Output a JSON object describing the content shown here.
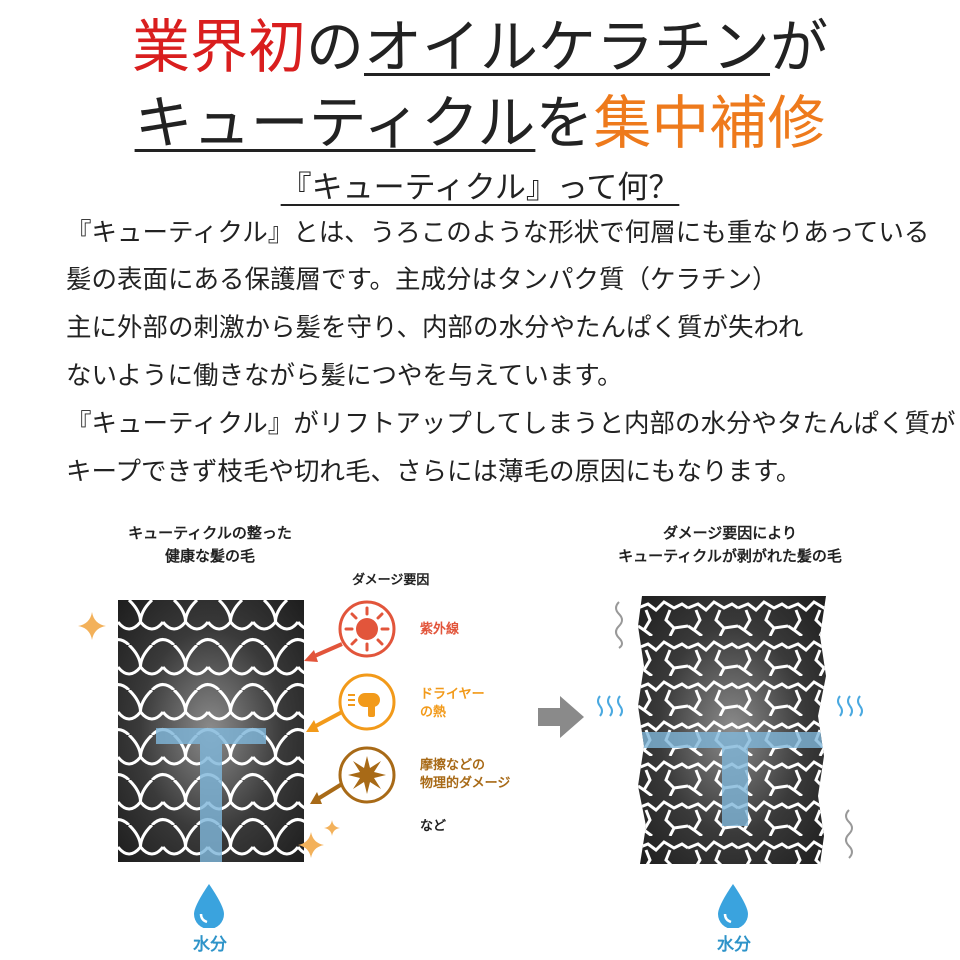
{
  "headline": {
    "line1_red": "業界初",
    "line1_mid": "の",
    "line1_underlined": "オイルケラチン",
    "line1_end": "が",
    "line2_underlined": "キューティクル",
    "line2_mid": "を",
    "line2_orange": "集中補修"
  },
  "question": "『キューティクル』って何？",
  "body_lines": [
    "『キューティクル』とは、うろこのような形状で何層にも重なりあっている",
    "髪の表面にある保護層です。主成分はタンパク質（ケラチン）",
    "主に外部の刺激から髪を守り、内部の水分やたんぱく質が失われ",
    "ないように働きながら髪につやを与えています。",
    "『キューティクル』がリフトアップしてしまうと内部の水分やタたんぱく質が",
    "キープできず枝毛や切れ毛、さらには薄毛の原因にもなります。"
  ],
  "left_panel": {
    "caption_line1": "キューティクルの整った",
    "caption_line2": "健康な髪の毛",
    "water_label": "水分"
  },
  "damage": {
    "title": "ダメージ要因",
    "uv": "紫外線",
    "dryer_line1": "ドライヤー",
    "dryer_line2": "の熱",
    "friction_line1": "摩擦などの",
    "friction_line2": "物理的ダメージ",
    "etc": "など"
  },
  "right_panel": {
    "caption_line1": "ダメージ要因により",
    "caption_line2": "キューティクルが剥がれた髪の毛",
    "water_label": "水分"
  },
  "colors": {
    "red": "#d91e1e",
    "orange": "#ee7a1c",
    "uv_circle": "#e2553b",
    "water_blue": "#7fb6d9",
    "dark": "#2b2b2b"
  }
}
